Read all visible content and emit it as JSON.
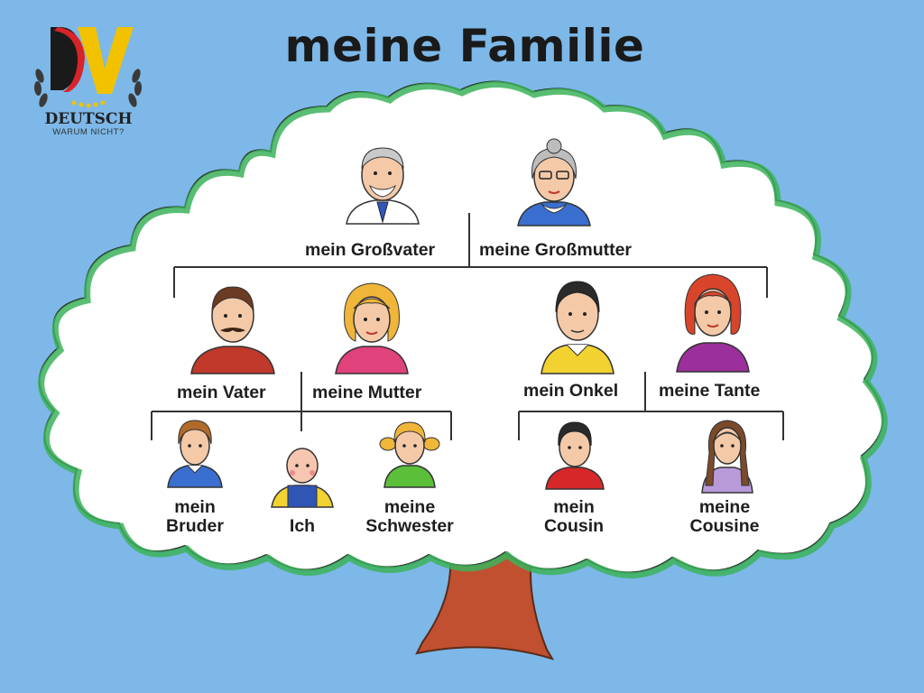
{
  "title": "meine Familie",
  "logo": {
    "line1": "DEUTSCH",
    "line2": "WARUM NICHT?",
    "colors": {
      "black": "#1a1a1a",
      "red": "#d6242a",
      "gold": "#f2c200"
    }
  },
  "colors": {
    "background": "#7db8e8",
    "canopy_fill": "#ffffff",
    "canopy_border": "#3cb35a",
    "trunk": "#c0502f",
    "lines": "#333333"
  },
  "members": {
    "grandfather": "mein Großvater",
    "grandmother": "meine Großmutter",
    "father": "mein Vater",
    "mother": "meine Mutter",
    "uncle": "mein Onkel",
    "aunt": "meine Tante",
    "brother": [
      "mein",
      "Bruder"
    ],
    "me": "Ich",
    "sister": [
      "meine",
      "Schwester"
    ],
    "cousin_m": [
      "mein",
      "Cousin"
    ],
    "cousin_f": [
      "meine",
      "Cousine"
    ]
  }
}
